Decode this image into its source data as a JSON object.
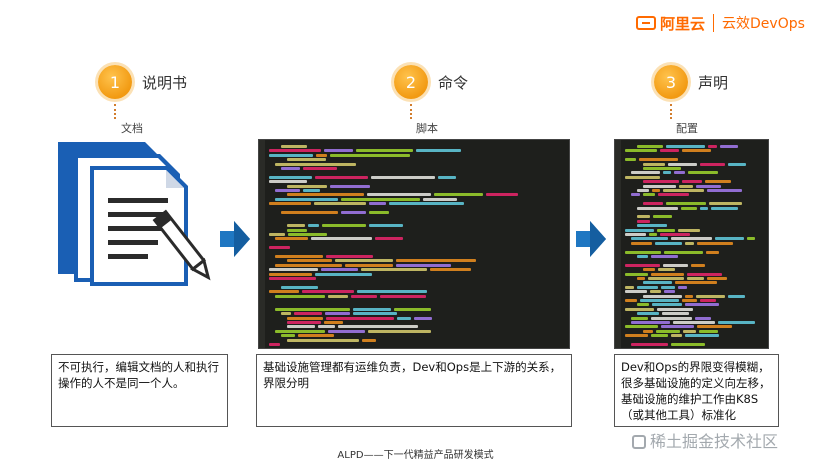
{
  "brand": {
    "logo_text": "阿里云",
    "product": "云效DevOps",
    "accent": "#ff6a00"
  },
  "steps": [
    {
      "number": "1",
      "title": "说明书",
      "sub_label": "文档",
      "description": "不可执行，编辑文档的人和执行操作的人不是同一个人。"
    },
    {
      "number": "2",
      "title": "命令",
      "sub_label": "脚本",
      "description": "基础设施管理都有运维负责，Dev和Ops是上下游的关系，界限分明"
    },
    {
      "number": "3",
      "title": "声明",
      "sub_label": "配置",
      "description": "Dev和Ops的界限变得模糊，很多基础设施的定义向左移，基础设施的维护工作由K8S（或其他工具）标准化"
    }
  ],
  "footer": "ALPD——下一代精益产品研发模式",
  "watermark": "稀土掘金技术社区",
  "colors": {
    "badge": "#f29a12",
    "arrow": "#1f77c2",
    "doc_blue": "#1a5fb4",
    "code_bg": "#1e1f1c"
  }
}
